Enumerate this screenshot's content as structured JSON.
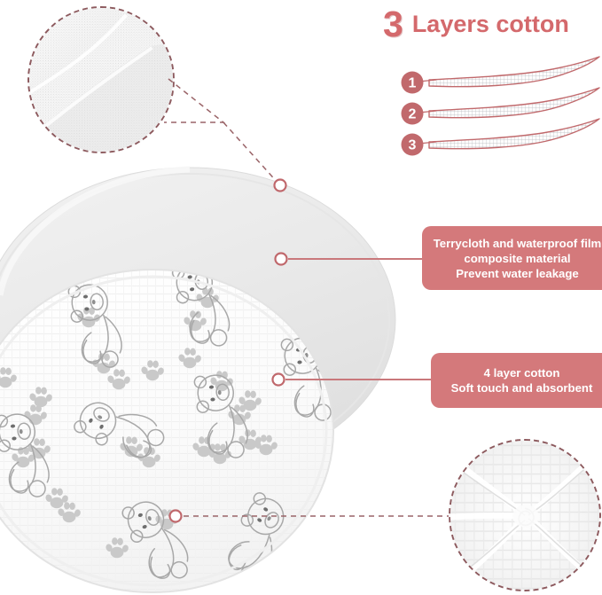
{
  "heading": {
    "number": "3",
    "text": "Layers cotton",
    "color": "#d4696c"
  },
  "layers_diagram": {
    "name": "three-layer-fabric-stack",
    "outline_color": "#c1696c",
    "mesh_color": "#b9bcc0",
    "badges": [
      {
        "label": "1"
      },
      {
        "label": "2"
      },
      {
        "label": "3"
      }
    ]
  },
  "insets": [
    {
      "id": "terrycloth-closeup",
      "caption_ref": "waterproof",
      "border_color": "#8d5a5e"
    },
    {
      "id": "muslin-closeup",
      "caption_ref": "cotton",
      "border_color": "#8d5a5e"
    }
  ],
  "callouts": [
    {
      "id": "waterproof",
      "lines": [
        "Terrycloth and waterproof film",
        "composite material",
        "Prevent water leakage"
      ],
      "background": "#d4797b",
      "text_color": "#ffffff"
    },
    {
      "id": "cotton",
      "lines": [
        "4 layer cotton",
        "Soft touch and absorbent"
      ],
      "background": "#d4797b",
      "text_color": "#ffffff"
    }
  ],
  "product": {
    "back_pad": {
      "name": "waterproof-backing-pad",
      "surface": "plain white terry",
      "color": "#ececec"
    },
    "front_pad": {
      "name": "printed-muslin-pad",
      "surface": "muslin with bear and paw print",
      "color": "#fbfbfb",
      "print_color": "#9a9a9a"
    }
  },
  "markers": {
    "ring_color": "#c0686c",
    "line_color": "#c9787b",
    "dash_color": "#9a6468"
  }
}
